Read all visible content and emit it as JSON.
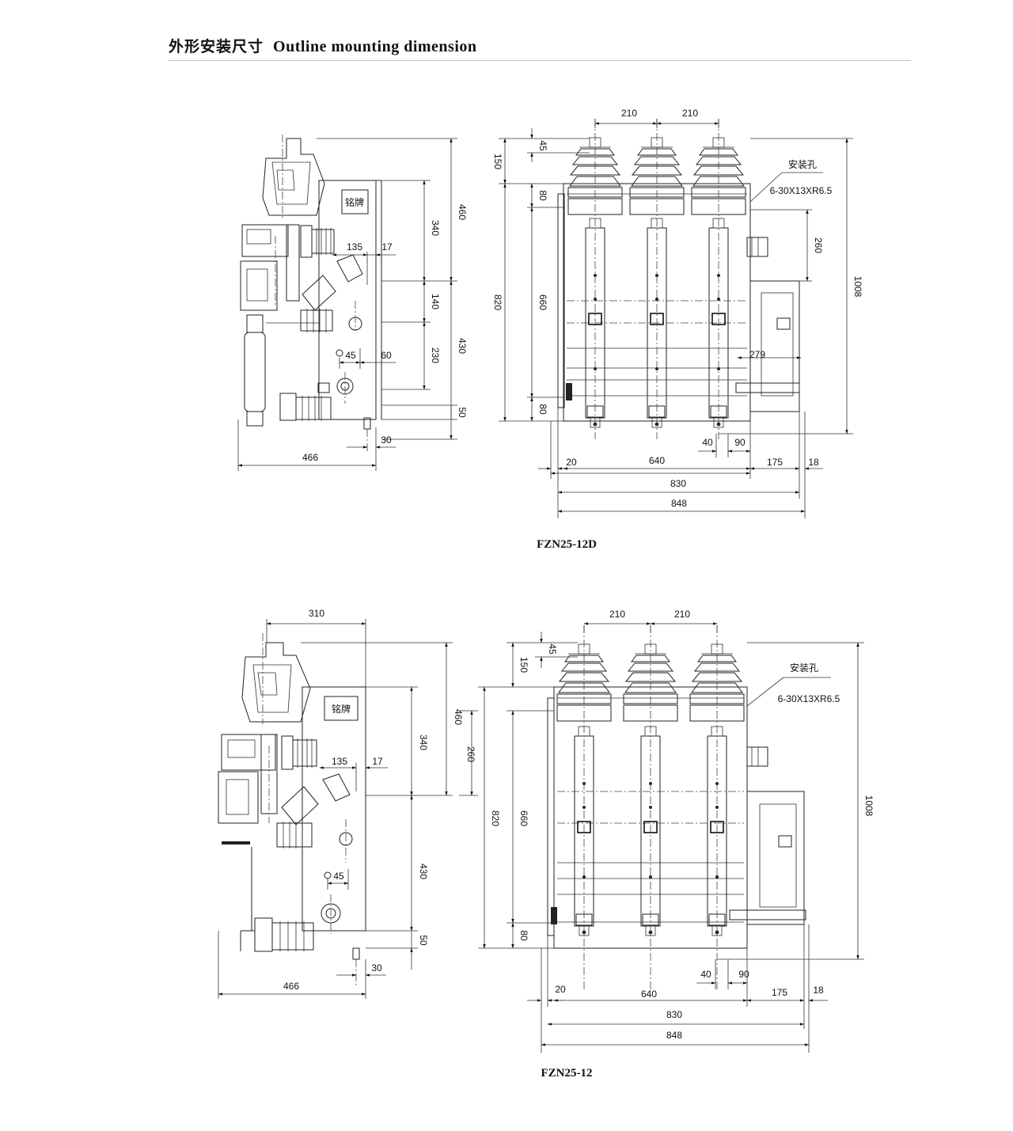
{
  "header": {
    "title_cn": "外形安装尺寸",
    "title_en": "Outline mounting dimension"
  },
  "figures": [
    {
      "model": "FZN25-12D",
      "side_view": {
        "nameplate": "铭牌",
        "dims": {
          "d460": "460",
          "d340": "340",
          "d135": "135",
          "d17": "17",
          "d140": "140",
          "d430": "430",
          "d230": "230",
          "d45": "45",
          "d60": "60",
          "d50": "50",
          "d30": "30",
          "d466": "466"
        }
      },
      "front_view": {
        "mount_hole_label": "安装孔",
        "mount_hole_spec": "6-30X13XR6.5",
        "dims": {
          "d210a": "210",
          "d210b": "210",
          "d45": "45",
          "d150": "150",
          "d80top": "80",
          "d820": "820",
          "d660": "660",
          "d80bot": "80",
          "d260": "260",
          "d1008": "1008",
          "d279": "279",
          "d40": "40",
          "d90": "90",
          "d20": "20",
          "d640": "640",
          "d175": "175",
          "d18": "18",
          "d830": "830",
          "d848": "848"
        }
      }
    },
    {
      "model": "FZN25-12",
      "side_view": {
        "nameplate": "铭牌",
        "dims": {
          "d310": "310",
          "d460": "460",
          "d340": "340",
          "d260": "260",
          "d135": "135",
          "d17": "17",
          "d430": "430",
          "d45": "45",
          "d50": "50",
          "d30": "30",
          "d466": "466"
        }
      },
      "front_view": {
        "mount_hole_label": "安装孔",
        "mount_hole_spec": "6-30X13XR6.5",
        "dims": {
          "d210a": "210",
          "d210b": "210",
          "d45": "45",
          "d150": "150",
          "d820": "820",
          "d660": "660",
          "d80bot": "80",
          "d1008": "1008",
          "d40": "40",
          "d90": "90",
          "d20": "20",
          "d640": "640",
          "d175": "175",
          "d18": "18",
          "d830": "830",
          "d848": "848"
        }
      }
    }
  ]
}
